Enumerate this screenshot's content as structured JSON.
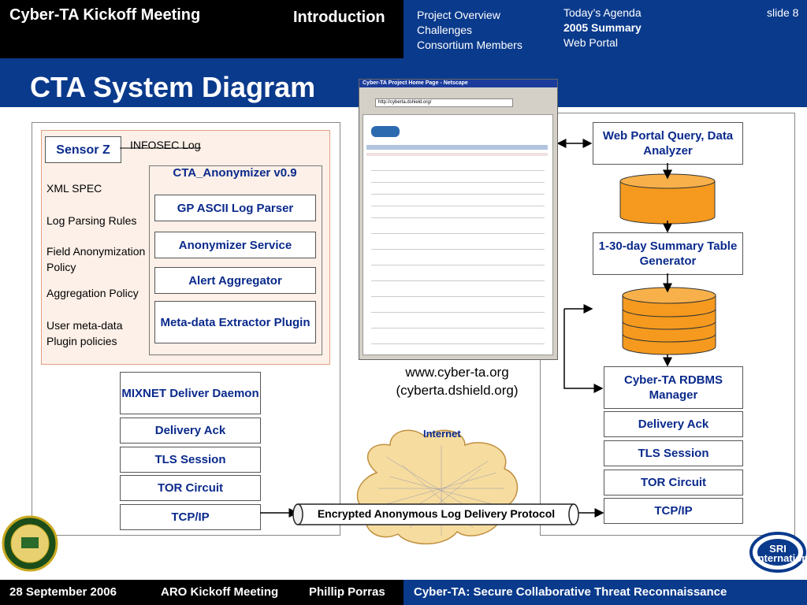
{
  "header": {
    "meeting": "Cyber-TA Kickoff Meeting",
    "section": "Introduction",
    "nav_col1": [
      "Project Overview",
      "Challenges",
      "Consortium Members"
    ],
    "nav_col2": [
      "Today’s Agenda",
      "2005 Summary",
      "Web Portal"
    ],
    "slide_number": "slide 8"
  },
  "title": "CTA System Diagram",
  "left_panel": {
    "sensor": "Sensor Z",
    "infosec_log": "INFOSEC Log",
    "labels": [
      "XML SPEC",
      "Log Parsing Rules",
      "Field Anonymization Policy",
      "Aggregation Policy",
      "User meta-data Plugin policies"
    ],
    "anonymizer_title": "CTA_Anonymizer v0.9",
    "modules": [
      "GP   ASCII Log Parser",
      "Anonymizer Service",
      "Alert Aggregator",
      "Meta-data Extractor Plugin"
    ],
    "stack": [
      "MIXNET Deliver Daemon",
      "Delivery Ack",
      "TLS Session",
      "TOR Circuit",
      "TCP/IP"
    ]
  },
  "center": {
    "browser_title": "Cyber-TA Project Home Page - Netscape",
    "browser_url": "http://cyberta.dshield.org/",
    "site_url": "www.cyber-ta.org",
    "site_alt": "(cyberta.dshield.org)",
    "internet": "Internet",
    "protocol": "Encrypted Anonymous Log Delivery Protocol"
  },
  "right_panel": {
    "query": "Web Portal Query, Data Analyzer",
    "summary": "1-30-day Summary Table Generator",
    "stack": [
      "Cyber-TA RDBMS Manager",
      "Delivery Ack",
      "TLS Session",
      "TOR Circuit",
      "TCP/IP"
    ]
  },
  "footer": {
    "date": "28 September 2006",
    "event": "ARO Kickoff Meeting",
    "presenter": "Phillip Porras",
    "project": "Cyber-TA: Secure Collaborative Threat Reconnaissance"
  },
  "logos": {
    "left_seal": "seal-logo",
    "right_logo": "SRI International"
  },
  "colors": {
    "navy": "#0a3a8c",
    "box_text": "#0a2a8c",
    "db_orange": "#f59a1e",
    "panel_bg": "#fdf0e8",
    "cloud": "#f7dca0"
  }
}
